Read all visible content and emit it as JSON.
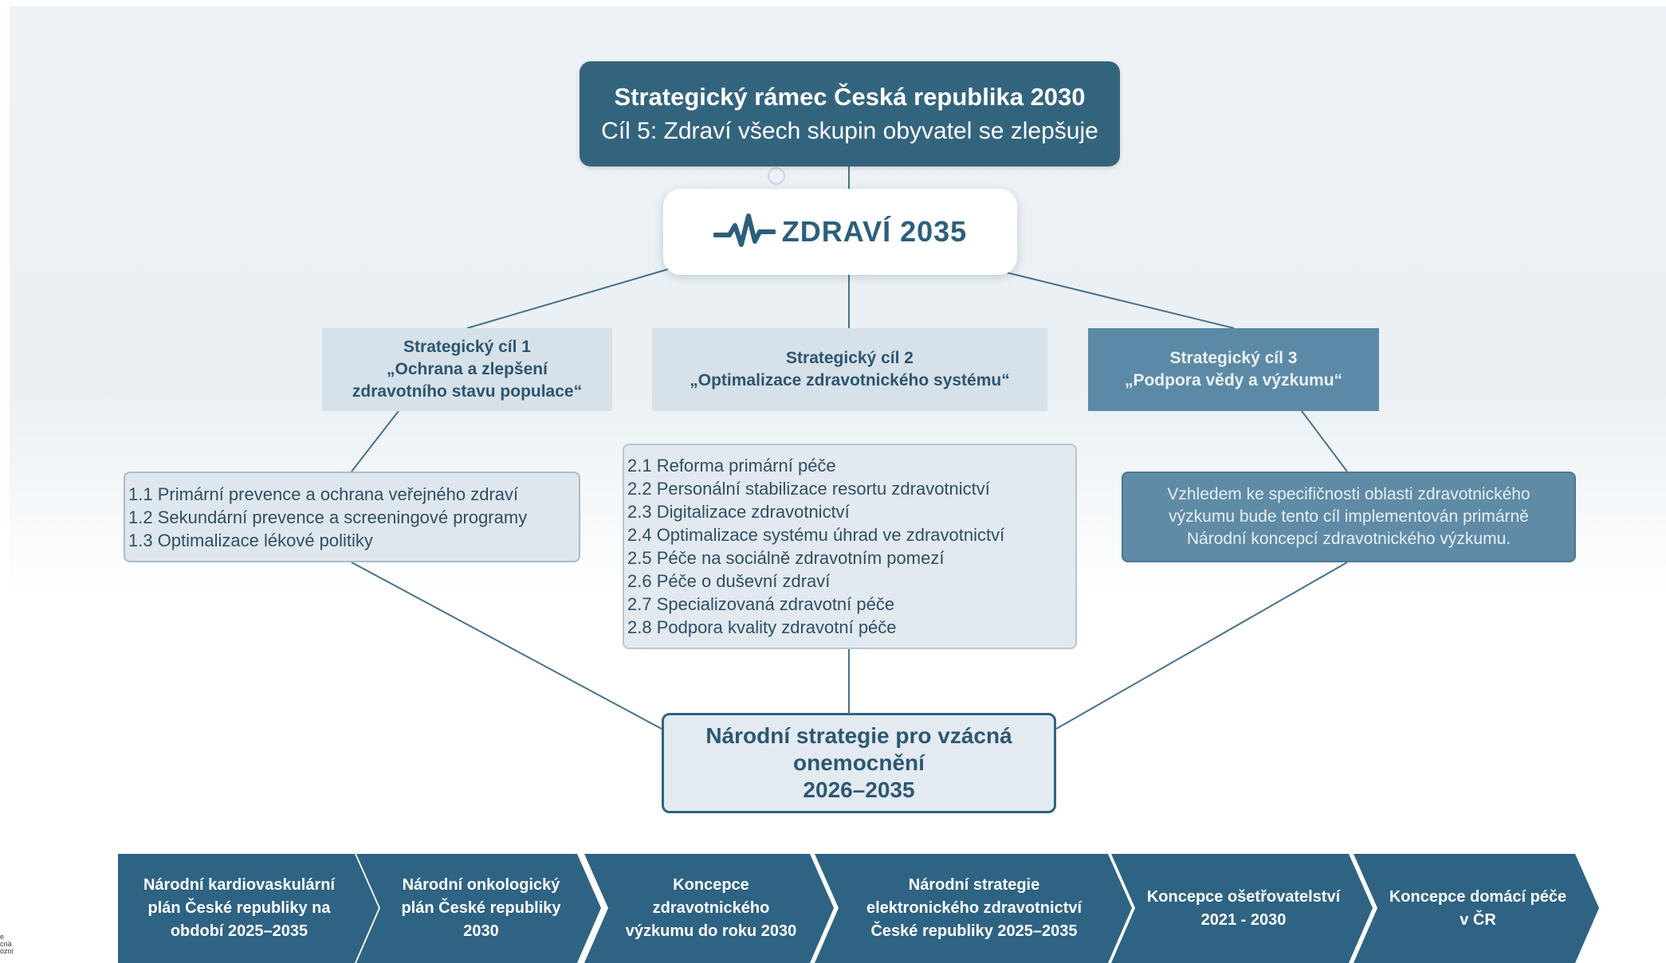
{
  "top_box": {
    "title": "Strategický rámec Česká republika 2030",
    "subtitle": "Cíl 5: Zdraví všech skupin obyvatel se zlepšuje"
  },
  "logo": {
    "icon": "pulse-wave-icon",
    "text": "ZDRAVÍ 2035"
  },
  "goals": [
    {
      "lines": [
        "Strategický cíl 1",
        "„Ochrana a zlepšení",
        "zdravotního stavu populace“"
      ]
    },
    {
      "lines": [
        "Strategický cíl 2",
        "„Optimalizace zdravotnického systému“"
      ]
    },
    {
      "lines": [
        "Strategický cíl 3",
        "„Podpora vědy a výzkumu“"
      ]
    }
  ],
  "goal1_items": [
    "1.1 Primární prevence a ochrana veřejného zdraví",
    "1.2 Sekundární prevence a screeningové programy",
    "1.3 Optimalizace lékové politiky"
  ],
  "goal2_items": [
    "2.1 Reforma primární péče",
    "2.2 Personální stabilizace resortu zdravotnictví",
    "2.3 Digitalizace zdravotnictví",
    "2.4 Optimalizace systému úhrad ve zdravotnictví",
    "2.5 Péče na sociálně zdravotním pomezí",
    "2.6 Péče o duševní zdraví",
    "2.7 Specializovaná zdravotní péče",
    "2.8 Podpora kvality zdravotní péče"
  ],
  "goal3_note": [
    "Vzhledem ke specifičnosti oblasti zdravotnického",
    "výzkumu bude tento cíl implementován primárně",
    "Národní koncepcí zdravotnického výzkumu."
  ],
  "national_strategy": [
    "Národní strategie pro vzácná",
    "onemocnění",
    "2026–2035"
  ],
  "bottom_chevrons": [
    [
      "Národní kardiovaskulární",
      "plán České republiky na",
      "období 2025–2035"
    ],
    [
      "Národní onkologický",
      "plán České republiky",
      "2030"
    ],
    [
      "Koncepce",
      "zdravotnického",
      "výzkumu do roku 2030"
    ],
    [
      "Národní strategie",
      "elektronického zdravotnictví",
      "České republiky 2025–2035"
    ],
    [
      "Koncepce ošetřovatelství",
      "2021 - 2030"
    ],
    [
      "Koncepce domácí péče",
      "v ČR"
    ]
  ],
  "side_fragment": [
    "e",
    "cná",
    "ozní"
  ],
  "colors": {
    "dark_teal": "#33647e",
    "light_box": "#d6e1ea",
    "mid_box": "#5c8aa6",
    "chevron": "#2e6383"
  }
}
